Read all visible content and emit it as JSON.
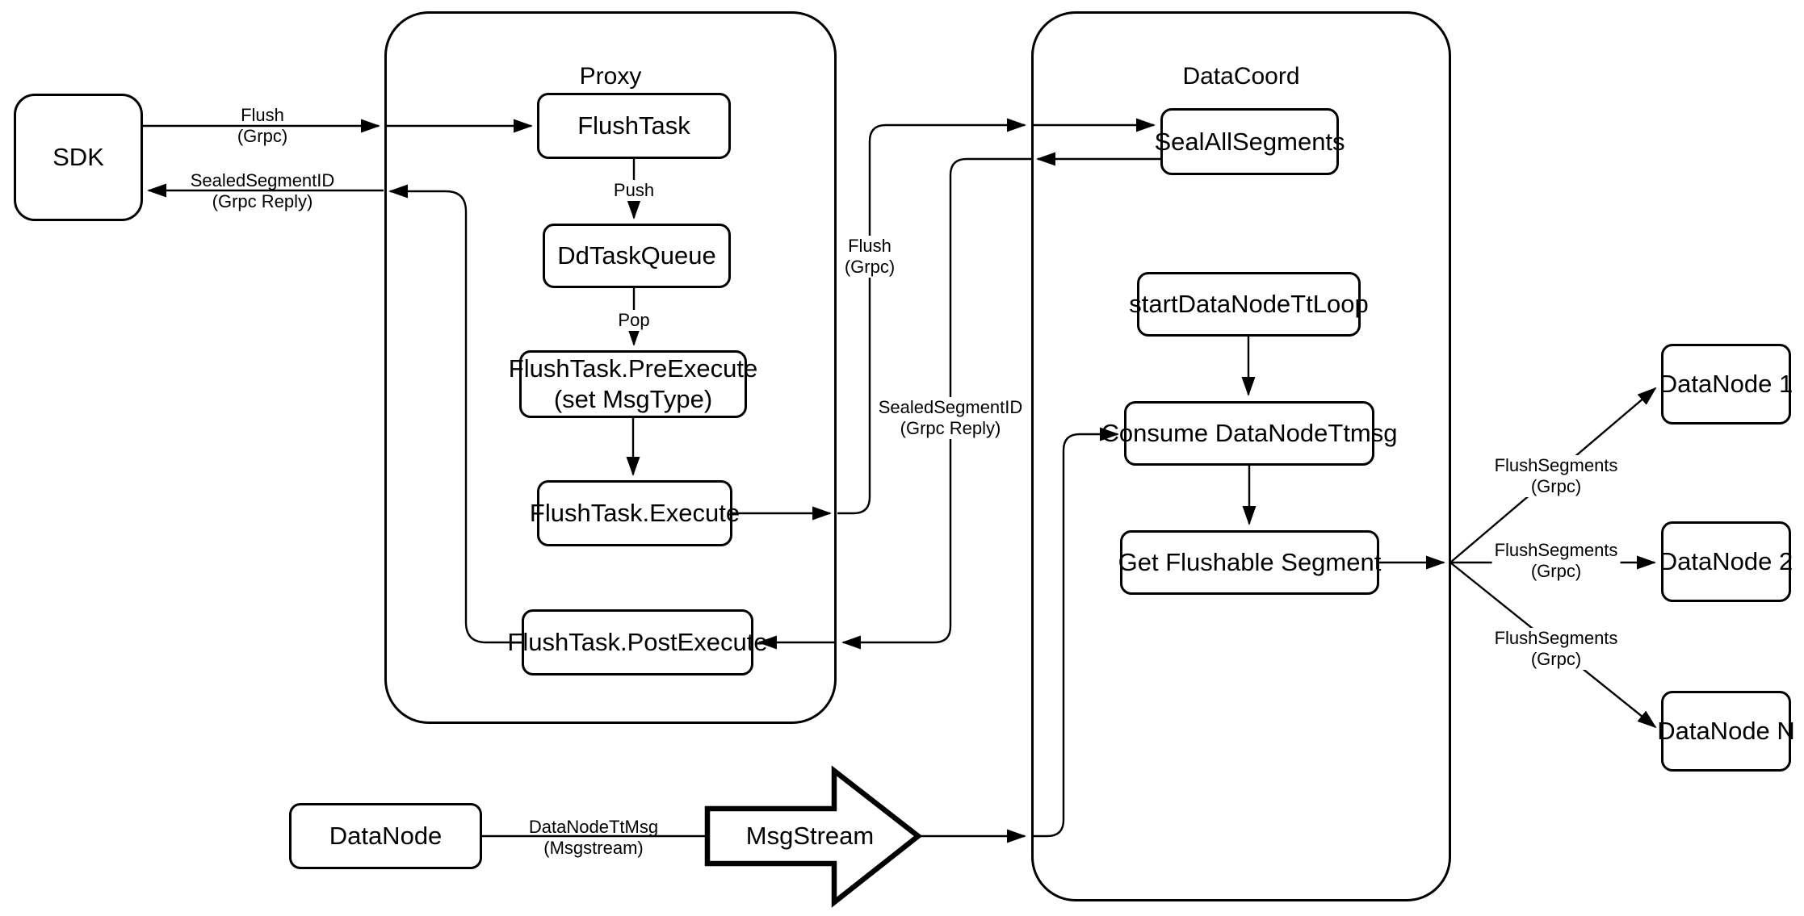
{
  "colors": {
    "stroke": "#000000",
    "fill": "#ffffff",
    "background": "#ffffff",
    "text": "#000000"
  },
  "containers": {
    "proxy": {
      "label": "Proxy"
    },
    "datacoord": {
      "label": "DataCoord"
    }
  },
  "nodes": {
    "sdk": {
      "label": "SDK"
    },
    "flush_task": {
      "label": "FlushTask"
    },
    "dd_task_queue": {
      "label": "DdTaskQueue"
    },
    "flush_task_pre_execute": {
      "label": "FlushTask.PreExecute",
      "sublabel": "(set MsgType)"
    },
    "flush_task_execute": {
      "label": "FlushTask.Execute"
    },
    "flush_task_post_execute": {
      "label": "FlushTask.PostExecute"
    },
    "seal_all_segments": {
      "label": "SealAllSegments"
    },
    "start_data_node_tt_loop": {
      "label": "startDataNodeTtLoop"
    },
    "consume_data_node_ttmsg": {
      "label": "Consume DataNodeTtmsg"
    },
    "get_flushable_segment": {
      "label": "Get Flushable Segment"
    },
    "data_node_1": {
      "label": "DataNode 1"
    },
    "data_node_2": {
      "label": "DataNode 2"
    },
    "data_node_n": {
      "label": "DataNode N"
    },
    "data_node": {
      "label": "DataNode"
    },
    "msg_stream": {
      "label": "MsgStream"
    }
  },
  "edge_labels": {
    "sdk_flush": {
      "line1": "Flush",
      "line2": "(Grpc)"
    },
    "sdk_reply": {
      "line1": "SealedSegmentID",
      "line2": "(Grpc Reply)"
    },
    "push": {
      "line1": "Push"
    },
    "pop": {
      "line1": "Pop"
    },
    "proxy_flush": {
      "line1": "Flush",
      "line2": "(Grpc)"
    },
    "proxy_reply": {
      "line1": "SealedSegmentID",
      "line2": "(Grpc Reply)"
    },
    "flush_segments_1": {
      "line1": "FlushSegments",
      "line2": "(Grpc)"
    },
    "flush_segments_2": {
      "line1": "FlushSegments",
      "line2": "(Grpc)"
    },
    "flush_segments_3": {
      "line1": "FlushSegments",
      "line2": "(Grpc)"
    },
    "datanode_ttmsg": {
      "line1": "DataNodeTtMsg",
      "line2": "(Msgstream)"
    }
  }
}
